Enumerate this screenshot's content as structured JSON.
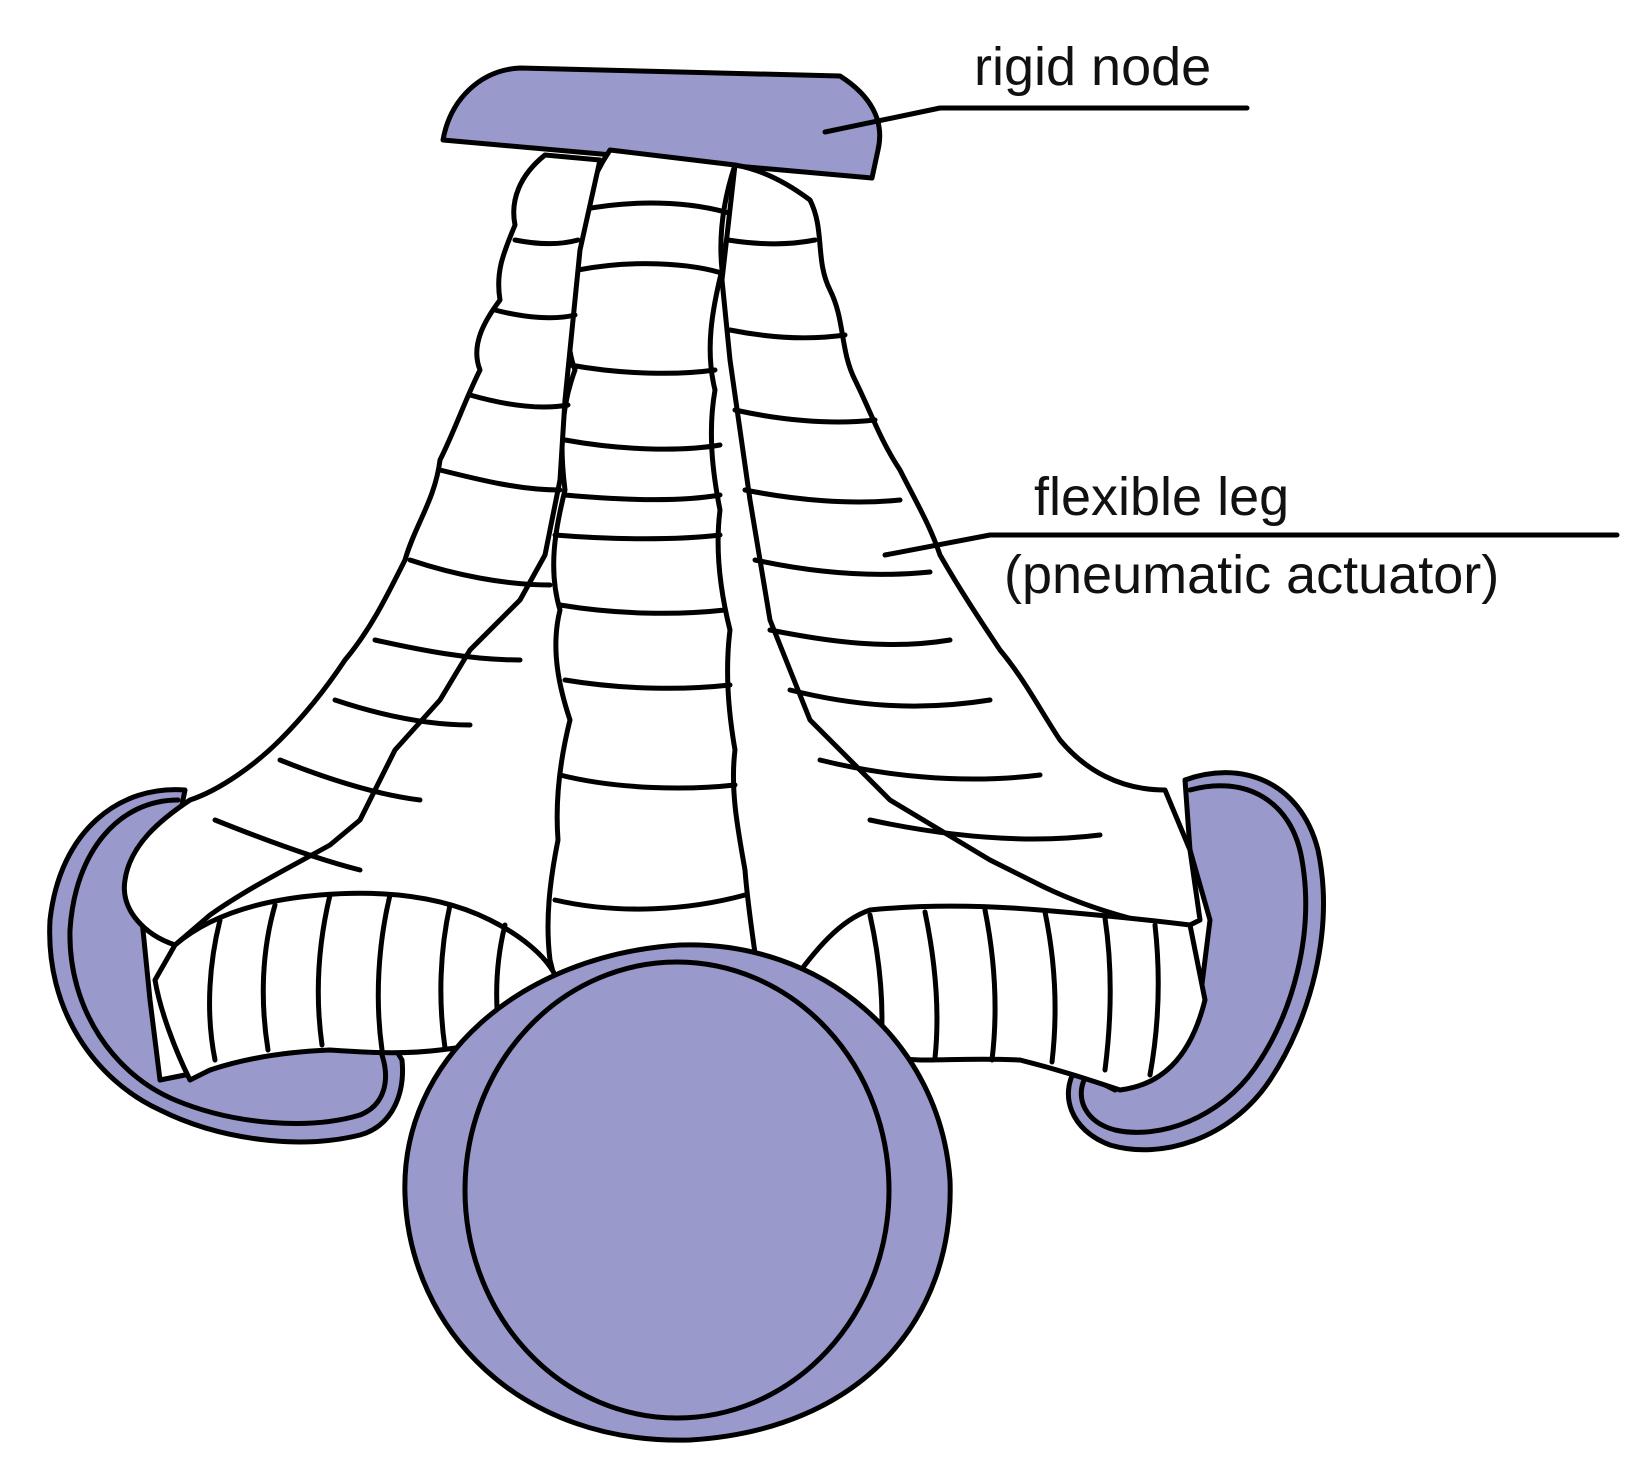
{
  "labels": {
    "rigid_node": "rigid node",
    "flexible_leg_line1": "flexible leg",
    "flexible_leg_line2": "(pneumatic actuator)"
  },
  "colors": {
    "rigid_fill": "#9999cc",
    "outline": "#000000",
    "background": "#ffffff"
  }
}
